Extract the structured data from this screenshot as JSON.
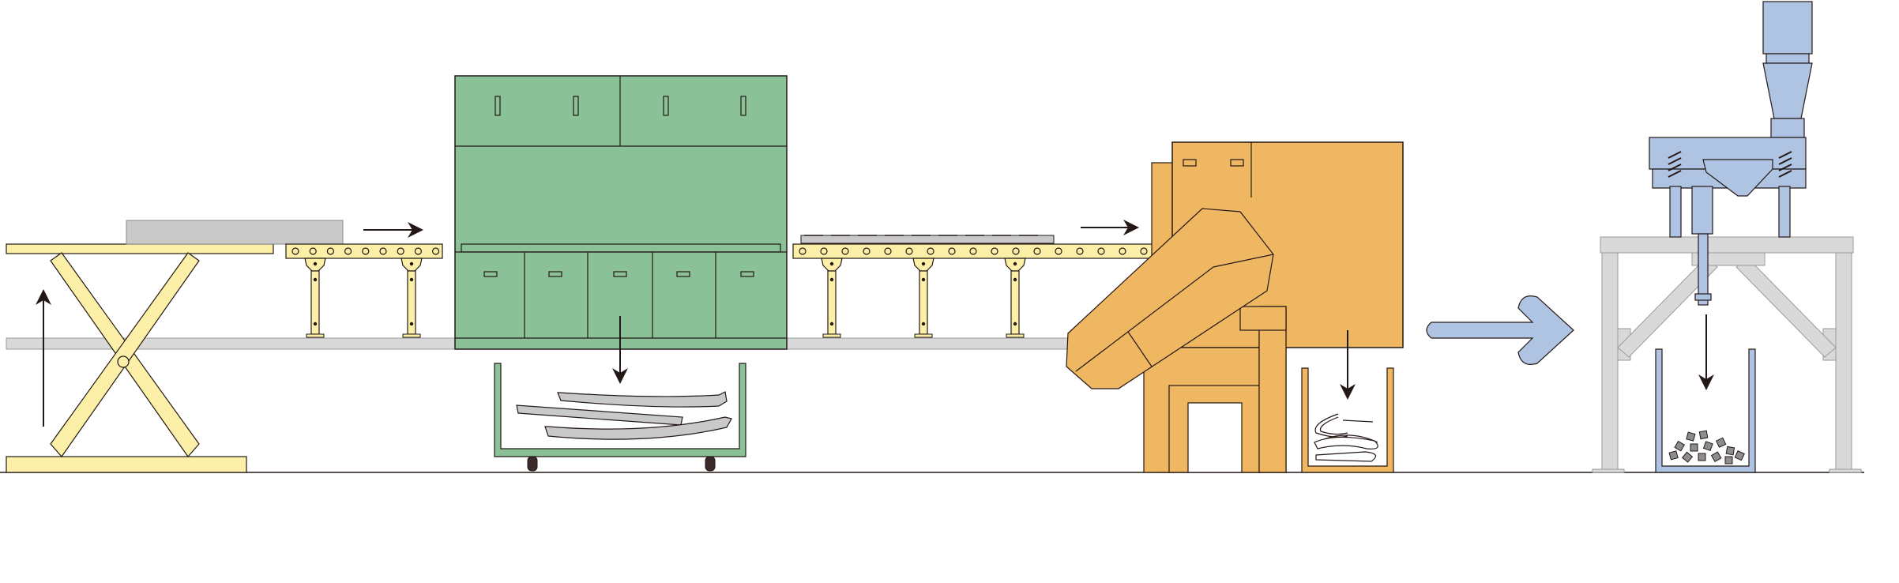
{
  "diagram": {
    "type": "process-flow",
    "stages": [
      "scissor-lift-table",
      "infeed-roller-conveyor",
      "cabinet-machine",
      "outfeed-roller-conveyor",
      "shredder-machine",
      "granulator-station"
    ],
    "colors": {
      "lift_yellow": "#FCEFA8",
      "cabinet_green": "#8AC196",
      "shredder_orange": "#F0B763",
      "granulator_blue": "#AFC4E3",
      "frame_gray": "#D9D9D9",
      "stock_gray": "#C9C9C9",
      "outline": "#231815",
      "arrow_dark": "#231815"
    },
    "flow_arrows": [
      "up-arrow-lift",
      "right-arrow-to-cabinet",
      "down-arrow-into-cart",
      "right-arrow-to-shredder",
      "down-arrow-into-bin",
      "big-right-arrow-to-granulator",
      "down-arrow-into-hopper"
    ]
  }
}
